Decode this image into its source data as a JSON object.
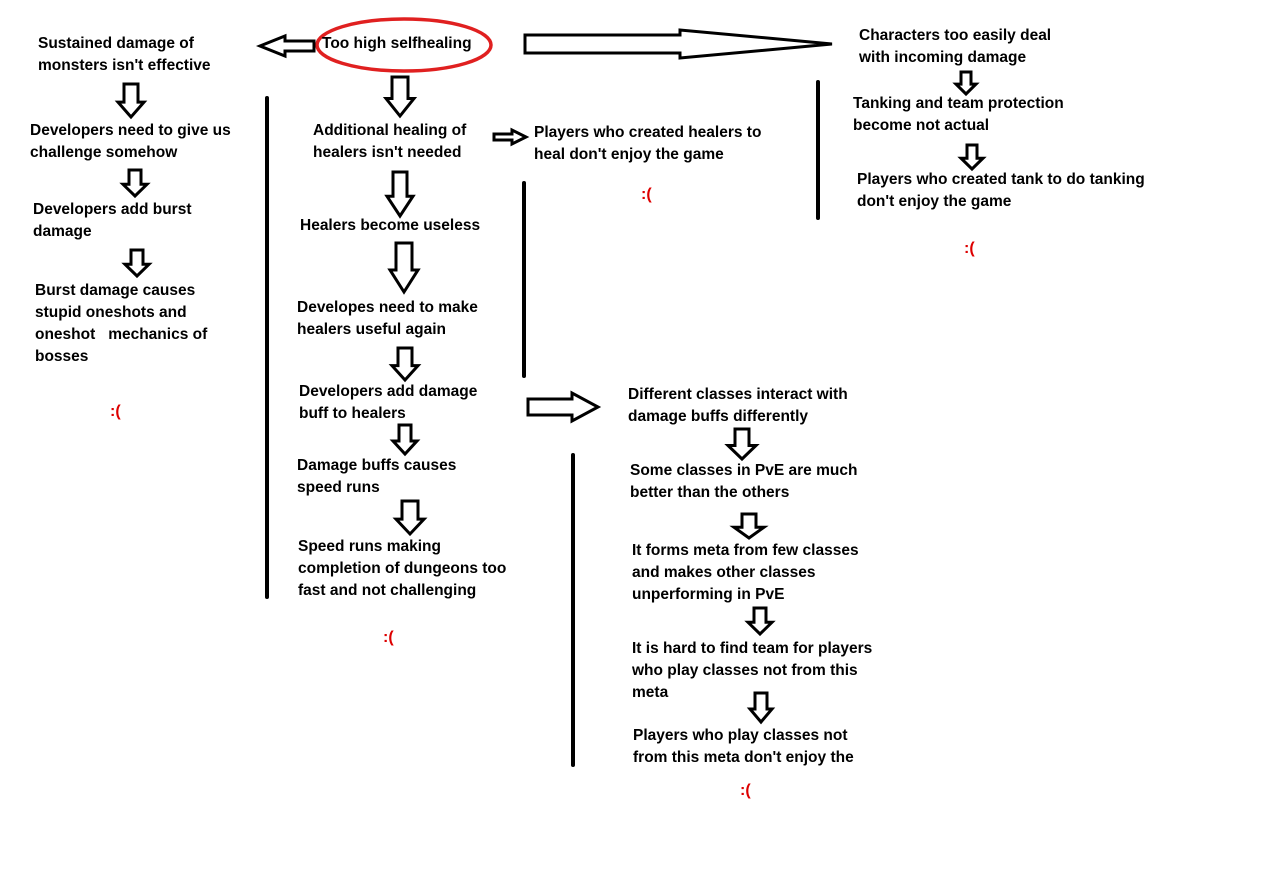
{
  "root": "Too high selfhealing",
  "left_column": {
    "n1": [
      "Sustained damage of",
      "monsters isn't effective"
    ],
    "n2": [
      "Developers need to give us",
      "challenge somehow"
    ],
    "n3": [
      "Developers add burst",
      "damage"
    ],
    "n4": [
      "Burst damage causes",
      "stupid oneshots and",
      "oneshot   mechanics of",
      "bosses"
    ],
    "sad": ":("
  },
  "center_column": {
    "n1": [
      "Additional healing of",
      "healers isn't needed"
    ],
    "n2": [
      "Healers become useless"
    ],
    "n3": [
      "Developes need to make",
      "healers useful again"
    ],
    "n4": [
      "Developers add damage",
      "buff to healers"
    ],
    "n5": [
      "Damage buffs causes",
      "speed runs"
    ],
    "n6": [
      "Speed runs making",
      "completion of dungeons too",
      "fast and not challenging"
    ],
    "sad": ":("
  },
  "healer_branch": {
    "n1": [
      "Players who created healers to",
      "heal don't enjoy the game"
    ],
    "sad": ":("
  },
  "right_column": {
    "n1": [
      "Characters too easily deal",
      "with incoming damage"
    ],
    "n2": [
      "Tanking and team protection",
      "become not actual"
    ],
    "n3": [
      "Players who created tank to do tanking",
      "don't enjoy the game"
    ],
    "sad": ":("
  },
  "lower_right": {
    "n1": [
      "Different classes interact with",
      "damage buffs differently"
    ],
    "n2": [
      "Some classes in PvE are much",
      "better than the others"
    ],
    "n3": [
      "It forms meta from few classes",
      "and makes other classes",
      "unperforming in PvE"
    ],
    "n4": [
      "It is hard to find team for players",
      "who play classes not from this",
      "meta"
    ],
    "n5": [
      "Players who play classes not",
      "from this meta don't enjoy the"
    ],
    "sad": ":("
  },
  "colors": {
    "ink": "#000000",
    "highlight": "#e02020",
    "sad": "#dd0000"
  }
}
